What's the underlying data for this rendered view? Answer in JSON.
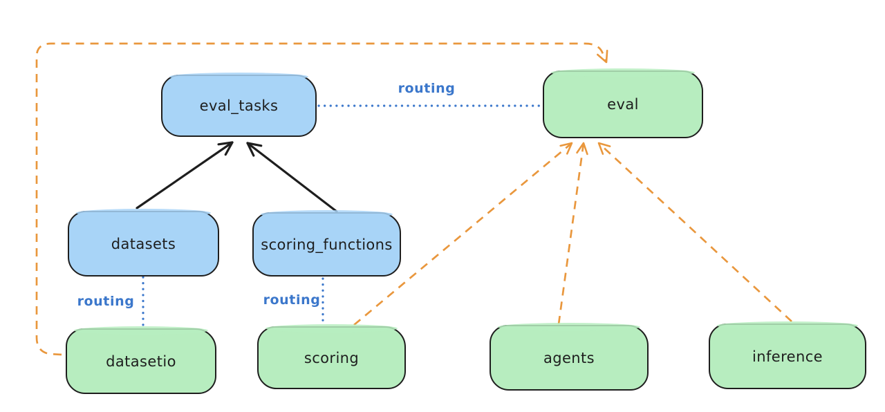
{
  "diagram": {
    "kind": "hand-drawn architecture diagram",
    "background": "#ffffff"
  },
  "colors": {
    "node_blue_fill": "#a8d4f7",
    "node_green_fill": "#b7edbf",
    "node_stroke": "#1e1e1e",
    "edge_black": "#1e1e1e",
    "edge_orange": "#e9973d",
    "edge_blue": "#3b77cb"
  },
  "nodes": [
    {
      "id": "eval_tasks",
      "label": "eval_tasks",
      "color": "blue"
    },
    {
      "id": "eval",
      "label": "eval",
      "color": "green"
    },
    {
      "id": "datasets",
      "label": "datasets",
      "color": "blue"
    },
    {
      "id": "scoring_functions",
      "label": "scoring_functions",
      "color": "blue"
    },
    {
      "id": "datasetio",
      "label": "datasetio",
      "color": "green"
    },
    {
      "id": "scoring",
      "label": "scoring",
      "color": "green"
    },
    {
      "id": "agents",
      "label": "agents",
      "color": "green"
    },
    {
      "id": "inference",
      "label": "inference",
      "color": "green"
    }
  ],
  "edges": [
    {
      "from": "datasets",
      "to": "eval_tasks",
      "style": "solid",
      "color": "black",
      "arrow": "end"
    },
    {
      "from": "scoring_functions",
      "to": "eval_tasks",
      "style": "solid",
      "color": "black",
      "arrow": "end"
    },
    {
      "from": "eval_tasks",
      "to": "eval",
      "style": "dotted",
      "color": "blue",
      "arrow": "none",
      "label": "routing"
    },
    {
      "from": "datasets",
      "to": "datasetio",
      "style": "dotted",
      "color": "blue",
      "arrow": "none",
      "label": "routing"
    },
    {
      "from": "scoring_functions",
      "to": "scoring",
      "style": "dotted",
      "color": "blue",
      "arrow": "none",
      "label": "routing"
    },
    {
      "from": "datasetio",
      "to": "eval",
      "style": "dashed",
      "color": "orange",
      "arrow": "end"
    },
    {
      "from": "scoring",
      "to": "eval",
      "style": "dashed",
      "color": "orange",
      "arrow": "end"
    },
    {
      "from": "agents",
      "to": "eval",
      "style": "dashed",
      "color": "orange",
      "arrow": "end"
    },
    {
      "from": "inference",
      "to": "eval",
      "style": "dashed",
      "color": "orange",
      "arrow": "end"
    }
  ]
}
